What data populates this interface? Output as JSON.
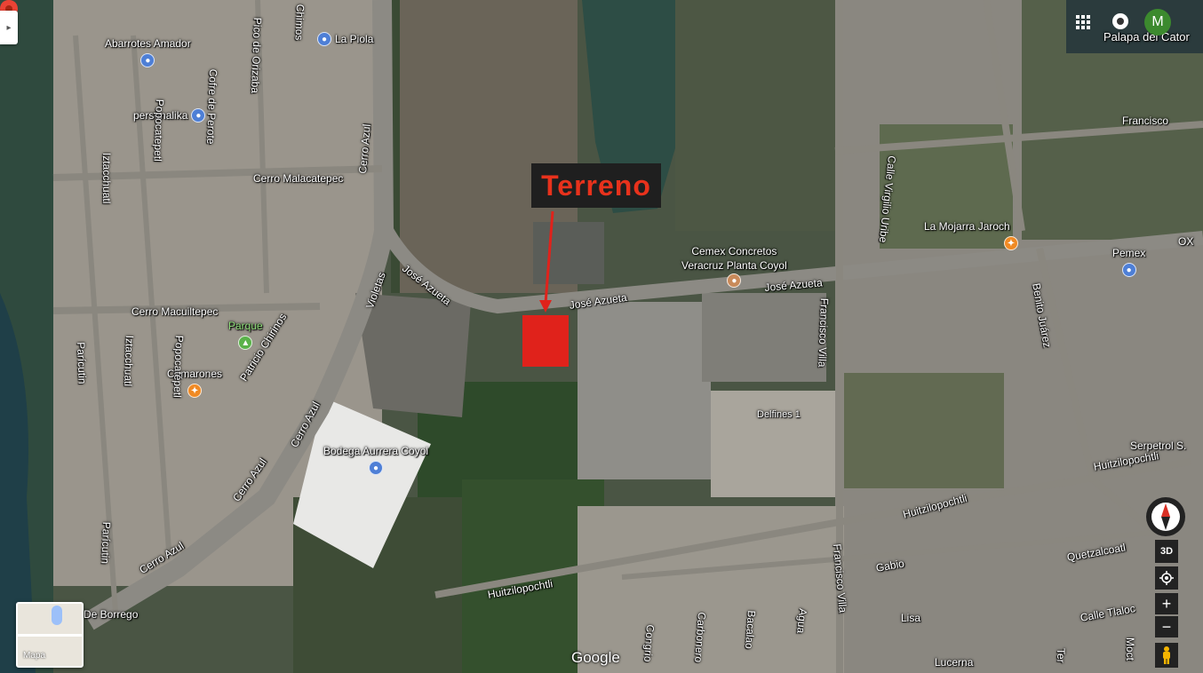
{
  "map": {
    "highlight_label": "Terreno",
    "highlight_color": "#e0221b",
    "pois": [
      {
        "name": "Abarrotes Amador",
        "icon": "shopping-bag-icon",
        "kind": "shop"
      },
      {
        "name": "La Piola",
        "icon": "shopping-bag-icon",
        "kind": "shop"
      },
      {
        "name": "personalika",
        "icon": "shopping-bag-icon",
        "kind": "shop"
      },
      {
        "name": "Parque",
        "icon": "park-icon",
        "kind": "park"
      },
      {
        "name": "Camarones",
        "icon": "restaurant-icon",
        "kind": "food"
      },
      {
        "name": "Bodega Aurrera Coyol",
        "icon": "shopping-bag-icon",
        "kind": "shop"
      },
      {
        "name": "Cemex Concretos Veracruz Planta Coyol",
        "line1": "Cemex Concretos",
        "line2": "Veracruz Planta Coyol",
        "icon": "industry-icon",
        "kind": "ind"
      },
      {
        "name": "La Mojarra Jaroch",
        "icon": "restaurant-icon",
        "kind": "food"
      },
      {
        "name": "Pemex",
        "icon": "gas-station-icon",
        "kind": "shop"
      },
      {
        "name": "Palapa del Cator",
        "icon": "place-icon",
        "kind": "other"
      },
      {
        "name": "Serpetrol S.",
        "icon": "",
        "kind": "other"
      },
      {
        "name": "Delfines 1",
        "icon": "",
        "kind": "other"
      }
    ],
    "streets": [
      "Cerro Malacatepec",
      "Cerro Macuiltepec",
      "Cerro Azul",
      "Cerro Azul",
      "Cerro Azul",
      "Cerro Azul",
      "Violetas",
      "José Azueta",
      "José Azueta",
      "José Azueta",
      "Francisco Villa",
      "Francisco Villa",
      "Benito Juárez",
      "Huitzilopochtli",
      "Huitzilopochtli",
      "Huitzilopochtli",
      "Quetzalcoatl",
      "Calle Tlaloc",
      "Parícutin",
      "Parícutin",
      "Iztacchuatl",
      "Iztacchuatl",
      "Popocatepetl",
      "Popocatépetl",
      "Pico de Orizaba",
      "Cofre de Perote",
      "Patricio Chirinos",
      "Calle Virgilio Uribe",
      "Francisco",
      "Gabio",
      "Lisa",
      "Agua",
      "Bacalao",
      "Carbonero",
      "Congrio",
      "Lucerna",
      "De Borrego",
      "Chimos",
      "OX",
      "Moct",
      "Ter"
    ]
  },
  "controls": {
    "side_toggle": "▸",
    "avatar_letter": "M",
    "btn_3d": "3D",
    "zoom_in": "+",
    "zoom_out": "−",
    "layer_label": "Mapa",
    "attribution": "Google"
  }
}
